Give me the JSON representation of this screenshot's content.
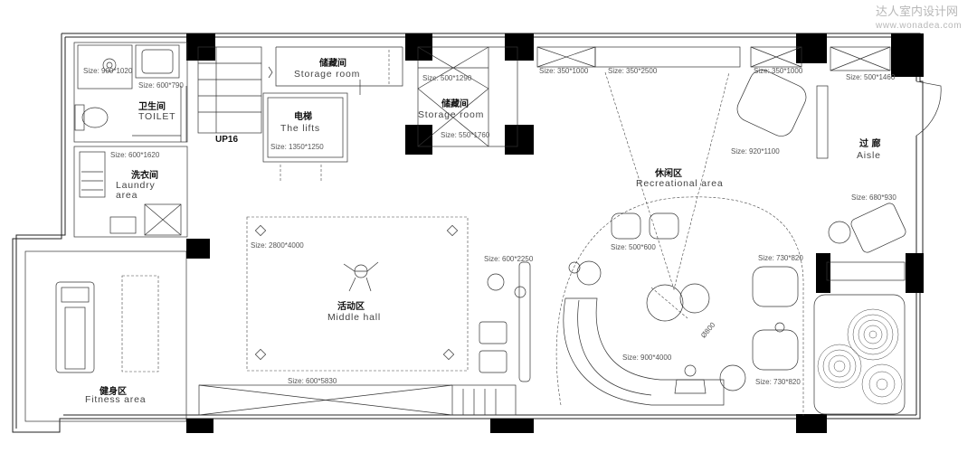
{
  "watermark": {
    "cn": "达人室内设计网",
    "url": "www.wonadea.com"
  },
  "rooms": {
    "toilet": {
      "cn": "卫生间",
      "en": "TOILET"
    },
    "storage1": {
      "cn": "储藏间",
      "en": "Storage room"
    },
    "lift": {
      "cn": "电梯",
      "en": "The lifts"
    },
    "storage2": {
      "cn": "储藏间",
      "en": "Storage room"
    },
    "laundry": {
      "cn": "洗衣间",
      "en1": "Laundry",
      "en2": "area"
    },
    "recreational": {
      "cn": "休闲区",
      "en": "Recreational area"
    },
    "aisle": {
      "cn": "过 廊",
      "en": "Aisle"
    },
    "middle_hall": {
      "cn": "活动区",
      "en": "Middle hall"
    },
    "fitness": {
      "cn": "健身区",
      "en": "Fitness area"
    }
  },
  "stair_label": "UP16",
  "sizes": {
    "s900x1020": "Size: 900*1020",
    "s600x790": "Size: 600*790",
    "s600x1620": "Size: 600*1620",
    "s1350x1250": "Size: 1350*1250",
    "s500x1290": "Size: 500*1290",
    "s550x1760": "Size: 550*1760",
    "s350x1000a": "Size: 350*1000",
    "s350x2500": "Size: 350*2500",
    "s350x1000b": "Size: 350*1000",
    "s500x1460": "Size: 500*1460",
    "s920x1100": "Size: 920*1100",
    "s680x930": "Size: 680*930",
    "s2800x4000": "Size: 2800*4000",
    "s600x2250": "Size: 600*2250",
    "s500x600": "Size: 500*600",
    "s730x820a": "Size: 730*820",
    "s900x4000": "Size: 900*4000",
    "s730x820b": "Size: 730*820",
    "s600x5830": "Size: 600*5830"
  },
  "diameter_label": "Ø800"
}
